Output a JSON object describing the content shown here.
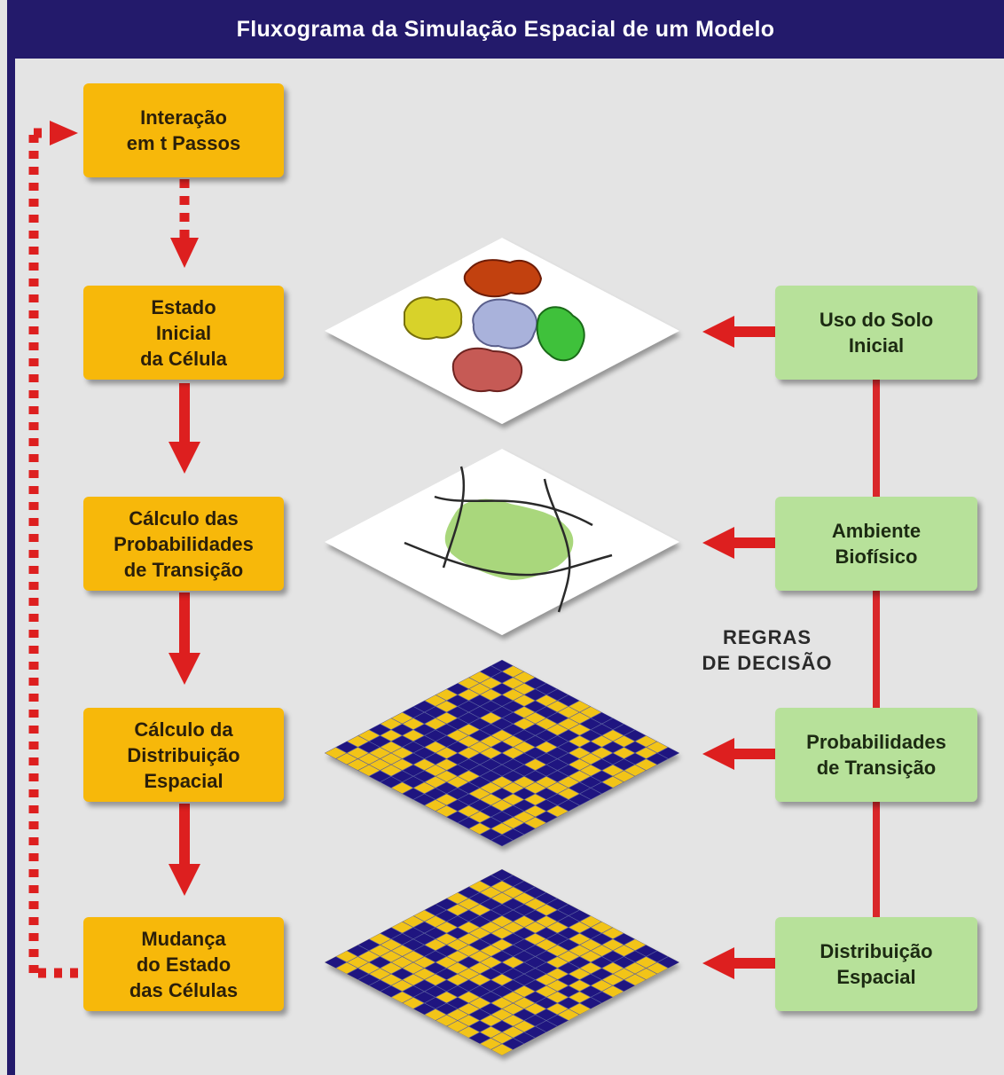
{
  "title": "Fluxograma da Simulação Espacial de um Modelo",
  "left_column": [
    {
      "id": "interacao",
      "label": "Interação\nem t Passos"
    },
    {
      "id": "estado-inicial",
      "label": "Estado\nInicial\nda Célula"
    },
    {
      "id": "calculo-probabilidades",
      "label": "Cálculo das\nProbabilidades\nde Transição"
    },
    {
      "id": "calculo-distribuicao",
      "label": "Cálculo da\nDistribuição\nEspacial"
    },
    {
      "id": "mudanca-estado",
      "label": "Mudança\ndo Estado\ndas Células"
    }
  ],
  "right_column": [
    {
      "id": "uso-solo",
      "label": "Uso do Solo\nInicial"
    },
    {
      "id": "ambiente-biofisico",
      "label": "Ambiente\nBiofísico"
    },
    {
      "id": "probabilidades-transicao",
      "label": "Probabilidades\nde Transição"
    },
    {
      "id": "distribuicao-espacial",
      "label": "Distribuição\nEspacial"
    }
  ],
  "rules_label": "REGRAS\nDE DECISÃO",
  "colors": {
    "header": "#231a6b",
    "background": "#e4e4e4",
    "yellow_box": "#f7b80a",
    "green_box": "#b7e19a",
    "arrow": "#dd1f1f",
    "grid_navy": "#1f1580",
    "grid_yellow": "#f2c418"
  }
}
